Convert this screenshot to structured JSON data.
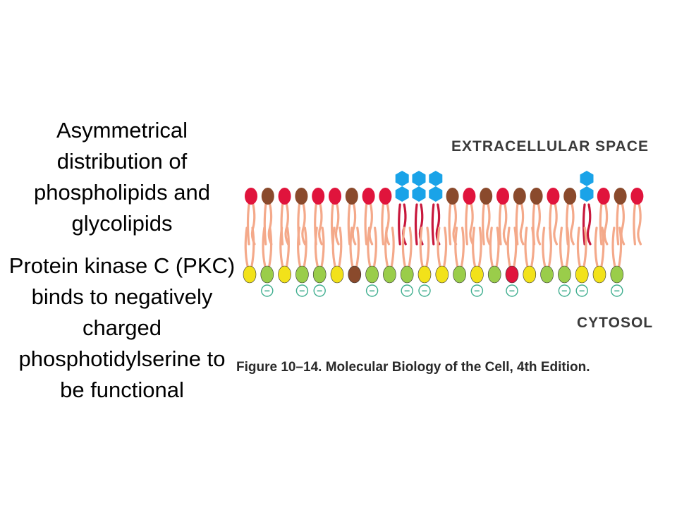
{
  "text": {
    "paragraph1": "Asymmetrical distribution of phospholipids and glycolipids",
    "paragraph2": "Protein kinase C (PKC) binds to negatively charged phosphotidylserine to be functional"
  },
  "figure": {
    "extracellular_label": "EXTRACELLULAR SPACE",
    "cytosol_label": "CYTOSOL",
    "caption": "Figure 10–14. Molecular Biology of the Cell, 4th Edition.",
    "charge_symbol": "−",
    "outer_leaflet": [
      "red",
      "brown",
      "red",
      "brown",
      "red",
      "red",
      "brown",
      "red",
      "red",
      "blue",
      "blue",
      "blue",
      "brown",
      "red",
      "brown",
      "red",
      "brown",
      "brown",
      "red",
      "brown",
      "blue",
      "red",
      "brown",
      "red"
    ],
    "sugar_stacks": [
      {
        "index": 9,
        "count": 2
      },
      {
        "index": 10,
        "count": 2
      },
      {
        "index": 11,
        "count": 2
      },
      {
        "index": 20,
        "count": 2
      }
    ],
    "inner_leaflet": [
      "yellow",
      "green",
      "yellow",
      "green",
      "green",
      "yellow",
      "brown",
      "green",
      "green",
      "green",
      "yellow",
      "yellow",
      "green",
      "yellow",
      "green",
      "red",
      "yellow",
      "green",
      "green",
      "yellow",
      "yellow",
      "green"
    ],
    "inner_charges": [
      1,
      3,
      4,
      7,
      9,
      10,
      13,
      15,
      18,
      19,
      21
    ],
    "colors": {
      "red": "#e0143c",
      "brown": "#8a4a2c",
      "yellow": "#f2e21a",
      "green": "#9acd4a",
      "blue": "#1aa3e8",
      "tail": "#f4a98a",
      "glyco_tail": "#c8183c",
      "charge": "#3fae8f"
    }
  }
}
